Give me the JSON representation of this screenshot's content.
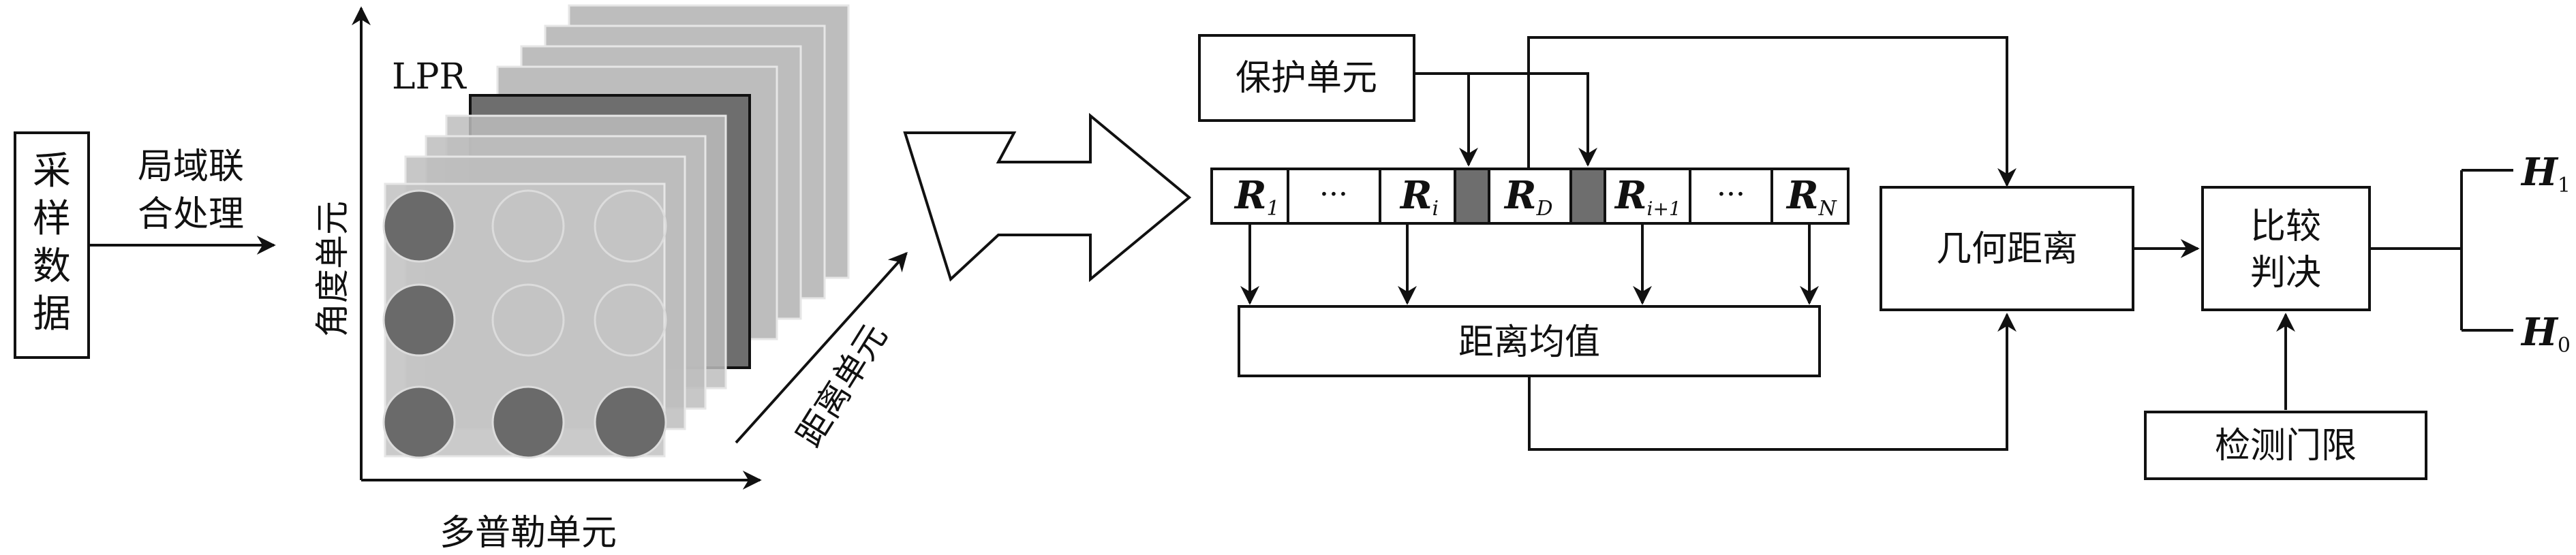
{
  "labels": {
    "sample_data": [
      "采",
      "样",
      "数",
      "据"
    ],
    "local_processing": [
      "局域联",
      "合处理"
    ],
    "angle_unit": "角度单元",
    "doppler_unit": "多普勒单元",
    "range_unit": "距离单元",
    "lpr": "LPR",
    "guard_unit": "保护单元",
    "geometric_distance": "几何距离",
    "compare_decide": [
      "比较",
      "判决"
    ],
    "distance_mean": "距离均值",
    "detection_threshold": "检测门限",
    "ellipsis": "···"
  },
  "cells": [
    {
      "main": "R",
      "sub": "1"
    },
    {
      "main": "",
      "sub": "",
      "ellipsis": true
    },
    {
      "main": "R",
      "sub": "i"
    },
    {
      "main": "",
      "sub": "",
      "guard": true
    },
    {
      "main": "R",
      "sub": "D"
    },
    {
      "main": "",
      "sub": "",
      "guard": true
    },
    {
      "main": "R",
      "sub": "i+1"
    },
    {
      "main": "",
      "sub": "",
      "ellipsis": true
    },
    {
      "main": "R",
      "sub": "N"
    }
  ],
  "hypotheses": [
    {
      "main": "H",
      "sub": "1"
    },
    {
      "main": "H",
      "sub": "0"
    }
  ],
  "colors": {
    "stroke": "#111111",
    "guard_cell": "#6e6e6e",
    "layer_light": "#bdbdbd",
    "layer_dark": "#6e6e6e",
    "circle": "#6a6a6a"
  }
}
